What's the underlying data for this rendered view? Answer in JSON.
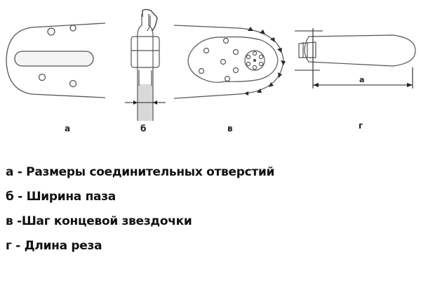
{
  "labels": {
    "a": "а",
    "b": "б",
    "v": "в",
    "g": "г",
    "dimension": "а"
  },
  "legend": [
    "а - Размеры соединительных отверстий",
    "б - Ширина паза",
    "в -Шаг концевой звездочки",
    "г - Длина реза"
  ],
  "colors": {
    "line": "#555555",
    "groove_fill": "#d9d9d9",
    "tooth": "#2a2a2a",
    "text": "#111111"
  }
}
